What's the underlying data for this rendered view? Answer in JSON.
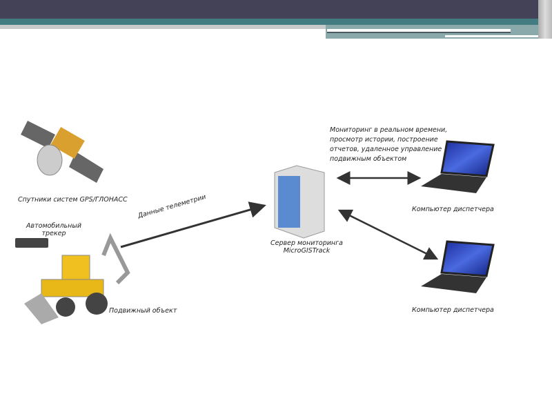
{
  "labels": {
    "satellites": "Спутники систем GPS/ГЛОНАСС",
    "tracker": [
      "Автомобильный",
      "трекер"
    ],
    "telemetry": "Данные телеметрии",
    "server": [
      "Сервер мониторинга",
      "MicroGISTrack"
    ],
    "vehicle": "Подвижный объект",
    "monitoring": [
      "Мониторинг в реальном времени,",
      "просмотр истории, построение",
      "отчетов, удаленное управление",
      "подвижным объектом"
    ],
    "computer1": "Компьютер диспетчера",
    "computer2": "Компьютер диспетчера"
  },
  "colors": {
    "header": "#434256",
    "accent": "#437c80"
  }
}
